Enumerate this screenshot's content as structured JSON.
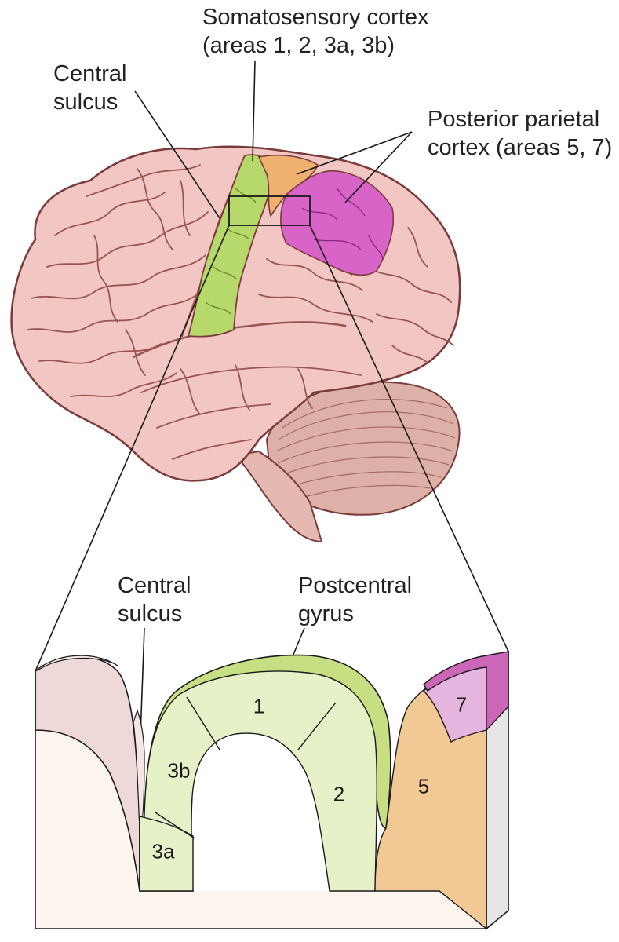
{
  "labels": {
    "somatosensory_line1": "Somatosensory cortex",
    "somatosensory_line2": "(areas 1, 2, 3a, 3b)",
    "central_sulcus_top_line1": "Central",
    "central_sulcus_top_line2": "sulcus",
    "posterior_parietal_line1": "Posterior parietal",
    "posterior_parietal_line2": "cortex (areas 5, 7)",
    "central_sulcus_bottom_line1": "Central",
    "central_sulcus_bottom_line2": "sulcus",
    "postcentral_gyrus_line1": "Postcentral",
    "postcentral_gyrus_line2": "gyrus"
  },
  "areas": {
    "area_1": "1",
    "area_2": "2",
    "area_3a": "3a",
    "area_3b": "3b",
    "area_5": "5",
    "area_7": "7"
  },
  "colors": {
    "brain_base": "#f2c6c2",
    "brain_outline": "#7a3b3b",
    "somatosensory_green": "#b7d86a",
    "posterior_orange": "#f0b070",
    "posterior_magenta": "#d964c8",
    "cerebellum": "#ddb0a8",
    "section_face": "#fbf5ee",
    "section_pink": "#efd8d8",
    "gyrus_green_dark": "#c6df82",
    "gyrus_green_light": "#e6f1c8",
    "area5_orange": "#f2c994",
    "area7_lilac": "#e6b5df"
  }
}
